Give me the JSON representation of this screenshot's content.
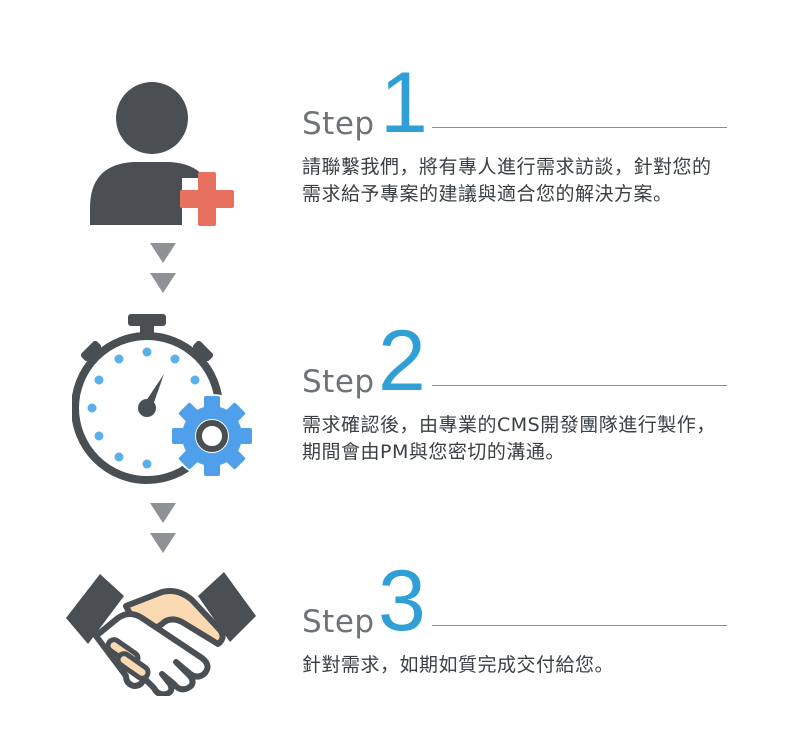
{
  "steps": [
    {
      "word": "Step",
      "number": "1",
      "text": "請聯繫我們，將有專人進行需求訪談，針對您的需求給予專案的建議與適合您的解決方案。",
      "icon": "user-add-icon"
    },
    {
      "word": "Step",
      "number": "2",
      "text": "需求確認後，由專業的CMS開發團隊進行製作，期間會由PM與您密切的溝通。",
      "icon": "stopwatch-gear-icon"
    },
    {
      "word": "Step",
      "number": "3",
      "text": "針對需求，如期如質完成交付給您。",
      "icon": "handshake-icon"
    }
  ],
  "colors": {
    "dark": "#4a4f54",
    "accent_blue": "#2f9fd6",
    "gear_blue": "#4f9fea",
    "plus_red": "#e8705e",
    "skin": "#fbd9b3",
    "arrow_gray": "#8e9296"
  }
}
